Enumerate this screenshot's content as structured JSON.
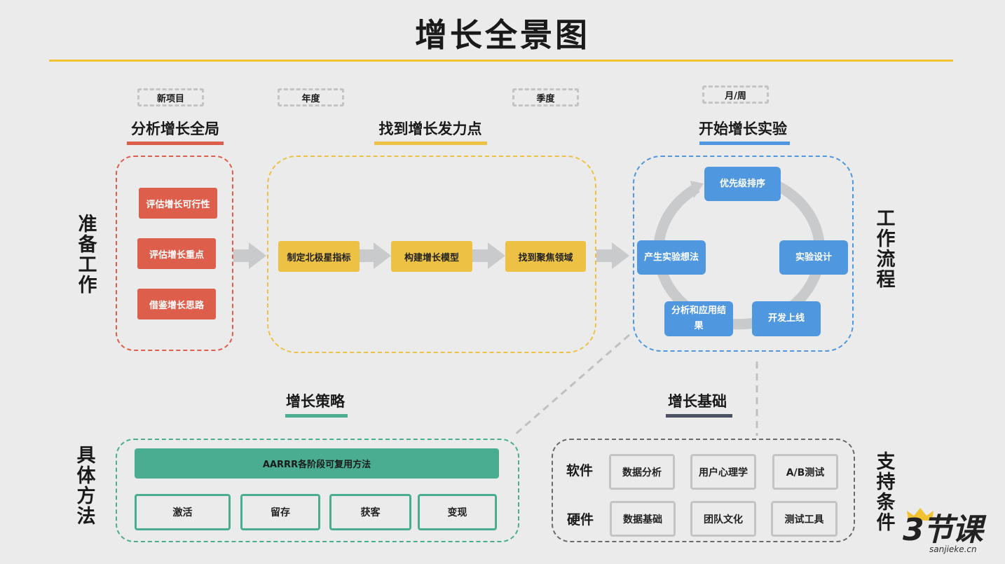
{
  "title": "增长全景图",
  "periods": [
    "新项目",
    "年度",
    "季度",
    "月/周"
  ],
  "sections": {
    "analyze": "分析增长全局",
    "find": "找到增长发力点",
    "experiment": "开始增长实验",
    "strategy": "增长策略",
    "foundation": "增长基础"
  },
  "side_labels": {
    "prepare": "准备工作",
    "workflow": "工作流程",
    "method": "具体方法",
    "support": "支持条件"
  },
  "prepare_items": [
    "评估增长可行性",
    "评估增长重点",
    "借鉴增长思路"
  ],
  "find_items": [
    "制定北极星指标",
    "构建增长模型",
    "找到聚焦领域"
  ],
  "cycle_items": [
    "优先级排序",
    "实验设计",
    "开发上线",
    "分析和应用结果",
    "产生实验想法"
  ],
  "strategy": {
    "banner": "AARRR各阶段可复用方法",
    "items": [
      "激活",
      "留存",
      "获客",
      "变现"
    ]
  },
  "foundation": {
    "software_label": "软件",
    "hardware_label": "硬件",
    "software": [
      "数据分析",
      "用户心理学",
      "A/B测试"
    ],
    "hardware": [
      "数据基础",
      "团队文化",
      "测试工具"
    ]
  },
  "logo": {
    "text": "3节课",
    "url": "sanjieke.cn"
  },
  "colors": {
    "red": "#dd5f4b",
    "yellow": "#edc244",
    "blue": "#4f97de",
    "green": "#4aad92",
    "slate": "#4a5263",
    "accent": "#f1c232"
  }
}
